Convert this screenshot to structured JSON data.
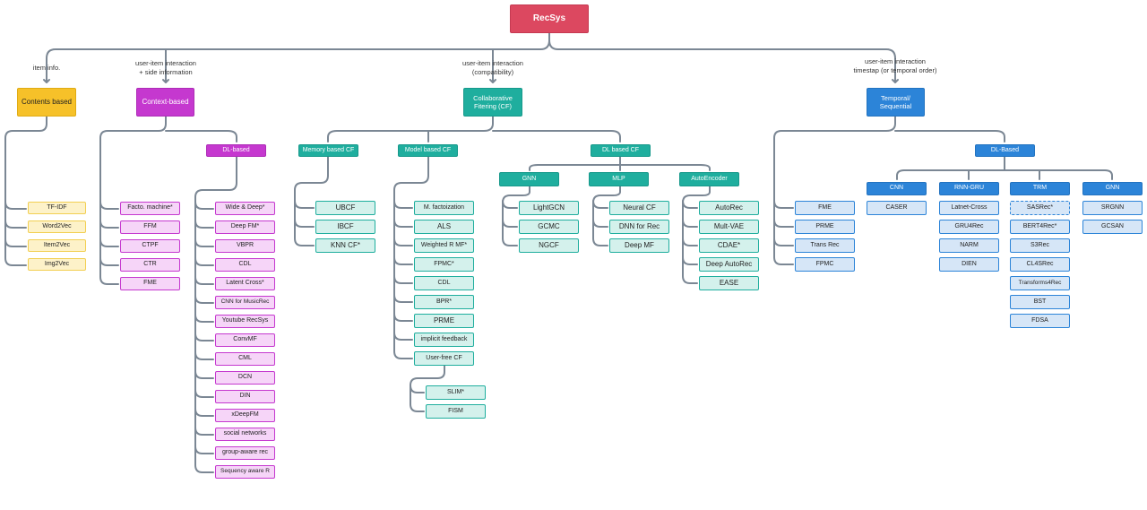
{
  "root": "RecSys",
  "edge_labels": {
    "item_info": "item info.",
    "side_info": [
      "user-item interaction",
      "+ side information"
    ],
    "compat": [
      "user-item interaction",
      "(compatibility)"
    ],
    "temporal": [
      "user-item interaction",
      "timestap (or temporal order)"
    ]
  },
  "categories": {
    "contents": "Contents based",
    "context": "Context-based",
    "cf": [
      "Collaborative",
      "Fitering (CF)"
    ],
    "temporal": [
      "Temporal/",
      "Sequential"
    ]
  },
  "contents_items": [
    "TF-IDF",
    "Word2Vec",
    "Item2Vec",
    "Img2Vec"
  ],
  "context_items": [
    "Facto. machine*",
    "FFM",
    "CTPF",
    "CTR",
    "FME"
  ],
  "context_dl": {
    "label": "DL-based",
    "items": [
      "Wide & Deep*",
      "Deep FM*",
      "VBPR",
      "CDL",
      "Latent Cross*",
      "CNN for MusicRec",
      "Youtube RecSys",
      "ConvMF",
      "CML",
      "DCN",
      "DIN",
      "xDeepFM",
      "social networks",
      "group-aware rec",
      "Sequency aware R"
    ]
  },
  "cf": {
    "memory": {
      "label": "Memory based CF",
      "items": [
        "UBCF",
        "IBCF",
        "KNN CF*"
      ]
    },
    "model": {
      "label": "Model based CF",
      "items": [
        "M. factoization",
        "ALS",
        "Weighted R MF*",
        "FPMC*",
        "CDL",
        "BPR*",
        "PRME",
        "implicit feedback",
        "User-free CF"
      ],
      "user_free_items": [
        "SLIM*",
        "FISM"
      ]
    },
    "dl": {
      "label": "DL based CF",
      "gnn": {
        "label": "GNN",
        "items": [
          "LightGCN",
          "GCMC",
          "NGCF"
        ]
      },
      "mlp": {
        "label": "MLP",
        "items": [
          "Neural CF",
          "DNN for Rec",
          "Deep MF"
        ]
      },
      "ae": {
        "label": "AutoEncoder",
        "items": [
          "AutoRec",
          "Mult-VAE",
          "CDAE*",
          "Deep AutoRec",
          "EASE"
        ]
      }
    }
  },
  "temporal": {
    "items": [
      "FME",
      "PRME",
      "Trans Rec",
      "FPMC"
    ],
    "dl": {
      "label": "DL-Based",
      "cnn": {
        "label": "CNN",
        "items": [
          "CASER"
        ]
      },
      "rnn": {
        "label": "RNN-GRU",
        "items": [
          "Latnet-Cross",
          "GRU4Rec",
          "NARM",
          "DIEN"
        ]
      },
      "trm": {
        "label": "TRM",
        "items": [
          "SASRec*",
          "BERT4Rec*",
          "S3Rec",
          "CL4SRec",
          "Transforms4Rec",
          "BST",
          "FDSA"
        ]
      },
      "gnn": {
        "label": "GNN",
        "items": [
          "SRGNN",
          "GCSAN"
        ]
      }
    }
  },
  "colors": {
    "root": "#dc4860",
    "contents": "#f6c129",
    "context": "#c538cf",
    "cf": "#1fae9e",
    "temporal": "#2c84d8",
    "connector": "#7b8794"
  }
}
